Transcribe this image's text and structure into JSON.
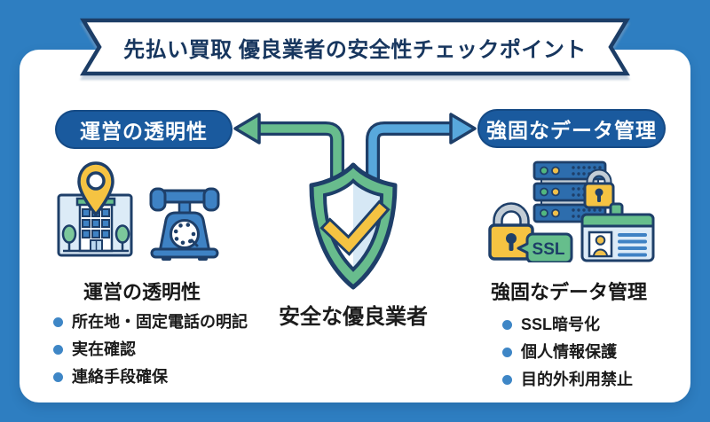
{
  "title": "先払い買取 優良業者の安全性チェックポイント",
  "center": {
    "label": "安全な優良業者",
    "icon": "shield-check-icon"
  },
  "left_section": {
    "badge": "運営の透明性",
    "heading": "運営の透明性",
    "bullets": [
      "所在地・固定電話の明記",
      "実在確認",
      "連絡手段確保"
    ],
    "icons": [
      "building-location-pin-icon",
      "telephone-icon"
    ],
    "arrow_direction": "left"
  },
  "right_section": {
    "badge": "強固なデータ管理",
    "heading": "強固なデータ管理",
    "bullets": [
      "SSL暗号化",
      "個人情報保護",
      "目的外利用禁止"
    ],
    "icons": [
      "server-rack-icon",
      "ssl-padlock-icon",
      "id-card-icon"
    ],
    "ssl_label": "SSL",
    "arrow_direction": "right"
  },
  "colors": {
    "background": "#2E7EC1",
    "panel": "#FFFFFF",
    "outline_navy": "#1E3F69",
    "title_navy": "#17365E",
    "badge_blue": "#1A5A9E",
    "arrow_green": "#68BC8D",
    "arrow_blue": "#58A8DC",
    "accent_yellow": "#F5C342",
    "accent_green": "#66BE8C",
    "icon_blue": "#3E82C4",
    "light_blue_fill": "#D9E9F6",
    "bullet_blue": "#3E86C6"
  }
}
